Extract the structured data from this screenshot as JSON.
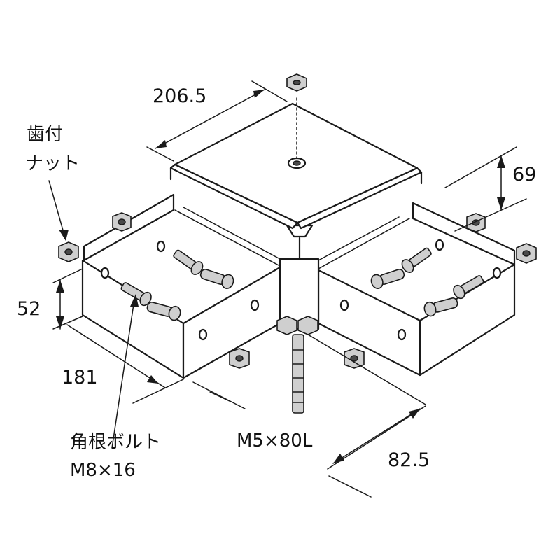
{
  "dimensions": {
    "top_cover_width": "206.5",
    "height_69": "69",
    "height_52": "52",
    "length_181": "181",
    "length_82_5": "82.5"
  },
  "callouts": {
    "serrated_nut_line1": "歯付",
    "serrated_nut_line2": "ナット",
    "carriage_bolt_line1": "角根ボルト",
    "carriage_bolt_line2": "M8×16",
    "long_bolt": "M5×80L"
  }
}
